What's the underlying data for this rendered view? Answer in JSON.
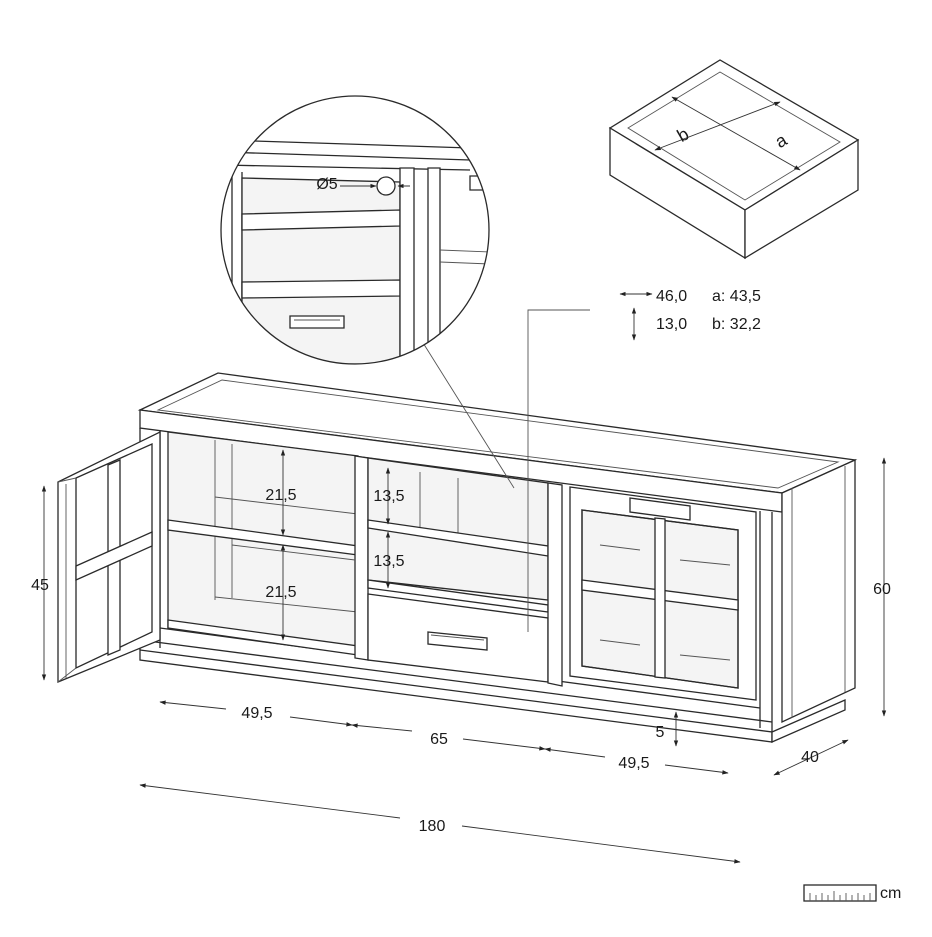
{
  "diagram": {
    "dimensions": {
      "height_left": "45",
      "height_right": "60",
      "depth": "40",
      "plinth": "5",
      "total_width": "180",
      "width_left": "49,5",
      "width_middle": "65",
      "width_right": "49,5",
      "shelf_left_upper": "21,5",
      "shelf_left_lower": "21,5",
      "shelf_middle_upper": "13,5",
      "shelf_middle_lower": "13,5",
      "cable_hole": "Ø5"
    },
    "drawer": {
      "inner_width": "46,0",
      "inner_height": "13,0",
      "a_label": "a: 43,5",
      "b_label": "b: 32,2",
      "box_letter_a": "a",
      "box_letter_b": "b"
    },
    "unit": "cm"
  }
}
